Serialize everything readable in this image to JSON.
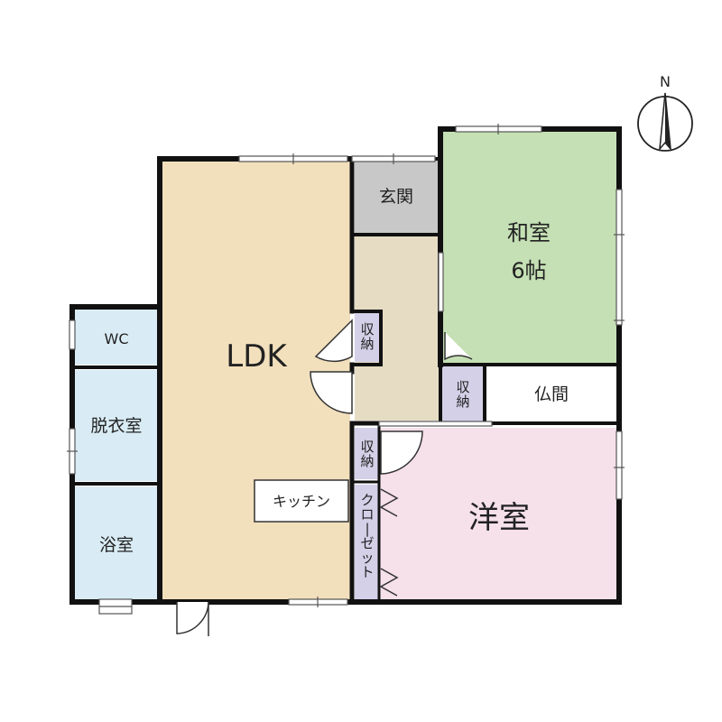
{
  "compass": {
    "label": "N"
  },
  "rooms": {
    "ldk": {
      "label": "LDK",
      "color": "#f2e0bd"
    },
    "kitchen": {
      "label": "キッチン"
    },
    "genkan": {
      "label": "玄関",
      "color": "#c8c8c8"
    },
    "hall": {
      "color": "#e6dcc4"
    },
    "washitsu": {
      "label_line1": "和室",
      "label_line2": "6帖",
      "color": "#c5e0b4"
    },
    "butsuma": {
      "label": "仏間",
      "color": "#ffffff"
    },
    "yoshitsu": {
      "label": "洋室",
      "color": "#f6e0ea"
    },
    "wc": {
      "label": "WC",
      "color": "#d9ecf5"
    },
    "datsuishitsu": {
      "label": "脱衣室",
      "color": "#d9ecf5"
    },
    "yokushitsu": {
      "label": "浴室",
      "color": "#d9ecf5"
    },
    "storage_color": "#d4d0e8",
    "storage_1": {
      "label": "収納"
    },
    "storage_2": {
      "label": "収納"
    },
    "storage_3": {
      "label": "収納"
    },
    "closet": {
      "label": "クローゼット"
    }
  },
  "wall_color": "#111111"
}
